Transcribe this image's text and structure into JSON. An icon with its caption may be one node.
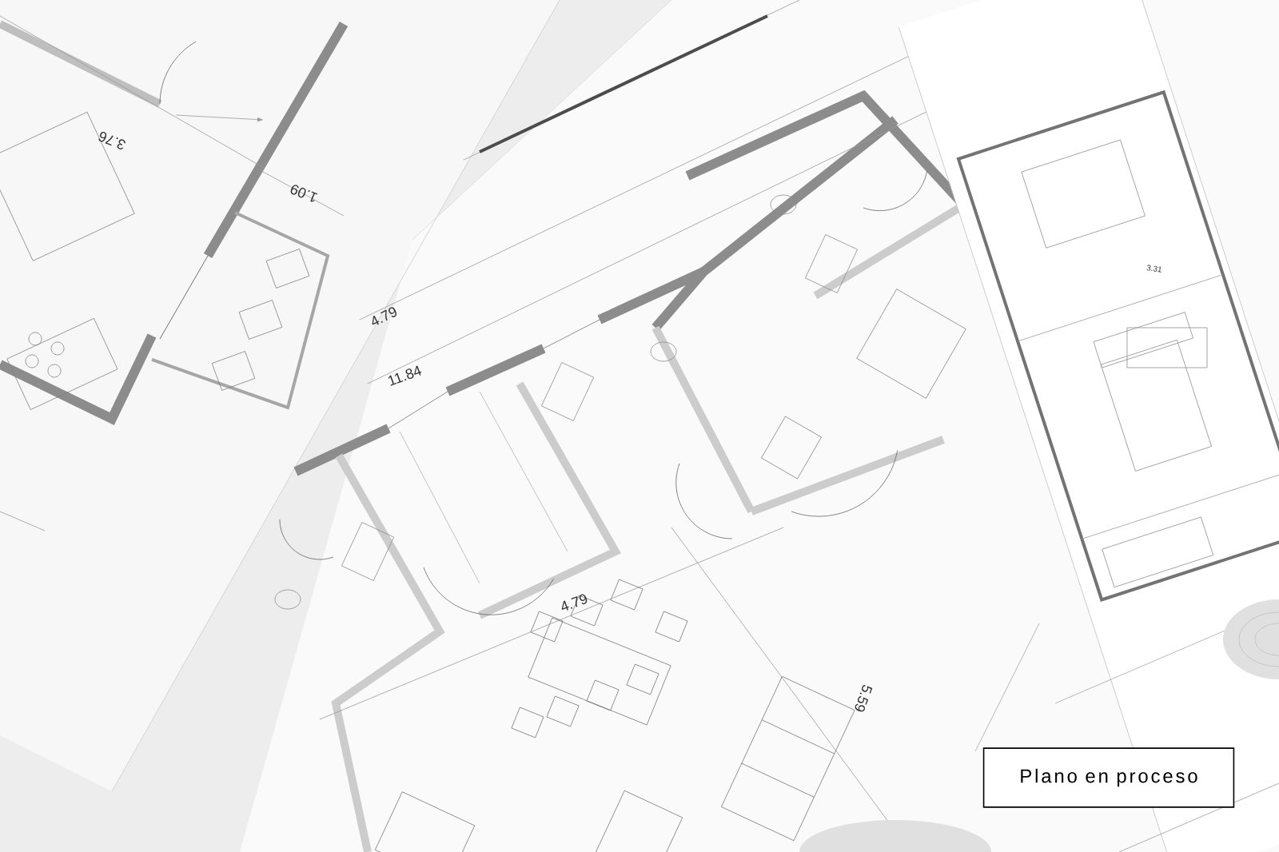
{
  "diagram": {
    "nodes": [
      {
        "text": [
          "Plano en proceso"
        ]
      }
    ],
    "labels": [
      "3.76",
      "1.09",
      "3.31",
      "4.79",
      "11.84",
      "4.79",
      "5.59"
    ]
  }
}
